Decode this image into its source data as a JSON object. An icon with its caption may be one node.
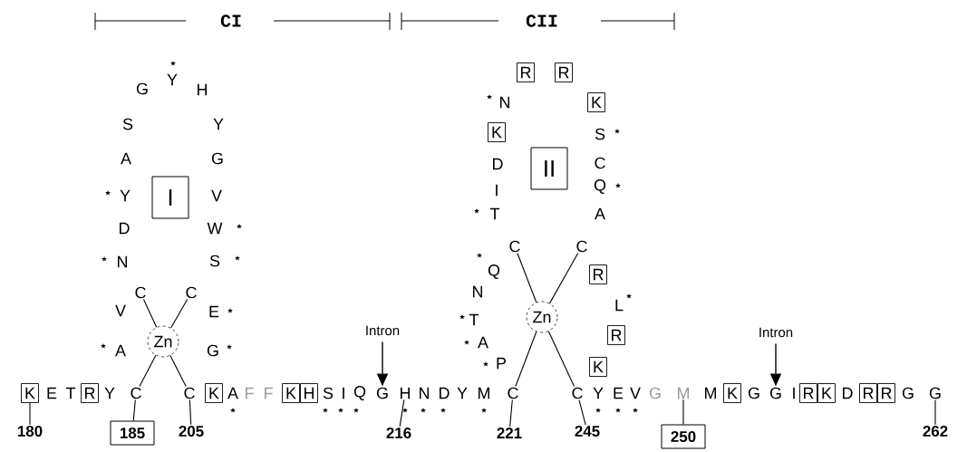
{
  "diagram": {
    "nodes": [
      {
        "text": [
          "R"
        ]
      },
      {
        "text": [
          "R"
        ]
      },
      {
        "text": [
          "K"
        ]
      },
      {
        "text": [
          "K"
        ]
      },
      {
        "text": [
          "I"
        ]
      },
      {
        "text": [
          "II"
        ]
      },
      {
        "text": [
          "C"
        ]
      },
      {
        "text": [
          "C"
        ]
      },
      {
        "text": [
          "C"
        ]
      },
      {
        "text": [
          "C"
        ]
      },
      {
        "text": [
          "R"
        ]
      },
      {
        "text": [
          "Zn"
        ]
      },
      {
        "text": [
          "Zn"
        ]
      },
      {
        "text": [
          "Intron"
        ]
      },
      {
        "text": [
          "Intron"
        ]
      },
      {
        "text": [
          "R"
        ]
      },
      {
        "text": [
          "K"
        ]
      },
      {
        "text": [
          "K"
        ]
      },
      {
        "text": [
          "R"
        ]
      },
      {
        "text": [
          "C"
        ]
      },
      {
        "text": [
          "C"
        ]
      },
      {
        "text": [
          "K"
        ]
      },
      {
        "text": [
          "K"
        ]
      },
      {
        "text": [
          "H"
        ]
      },
      {
        "text": [
          "G"
        ]
      },
      {
        "text": [
          "H"
        ]
      },
      {
        "text": [
          "C"
        ]
      },
      {
        "text": [
          "C"
        ]
      },
      {
        "text": [
          "M"
        ]
      },
      {
        "text": [
          "K"
        ]
      },
      {
        "text": [
          "G"
        ]
      },
      {
        "text": [
          "R"
        ]
      },
      {
        "text": [
          "K"
        ]
      },
      {
        "text": [
          "R"
        ]
      },
      {
        "text": [
          "R"
        ]
      },
      {
        "text": [
          "G"
        ]
      },
      {
        "text": [
          "180"
        ]
      },
      {
        "text": [
          "185"
        ]
      },
      {
        "text": [
          "205"
        ]
      },
      {
        "text": [
          "216"
        ]
      },
      {
        "text": [
          "221"
        ]
      },
      {
        "text": [
          "245"
        ]
      },
      {
        "text": [
          "250"
        ]
      },
      {
        "text": [
          "262"
        ]
      }
    ],
    "edges": [
      {
        "from": 6,
        "to": 11,
        "arrow": "none"
      },
      {
        "from": 7,
        "to": 11,
        "arrow": "none"
      },
      {
        "from": 19,
        "to": 11,
        "arrow": "none"
      },
      {
        "from": 20,
        "to": 11,
        "arrow": "none"
      },
      {
        "from": 8,
        "to": 12,
        "arrow": "none"
      },
      {
        "from": 9,
        "to": 12,
        "arrow": "none"
      },
      {
        "from": 26,
        "to": 12,
        "arrow": "none"
      },
      {
        "from": 27,
        "to": 12,
        "arrow": "none"
      },
      {
        "from": 13,
        "to": 24,
        "arrow": "to"
      },
      {
        "from": 14,
        "to": 30,
        "arrow": "to"
      },
      {
        "from": 36,
        "to": 17,
        "arrow": "none"
      },
      {
        "from": 37,
        "to": 19,
        "arrow": "none"
      },
      {
        "from": 38,
        "to": 20,
        "arrow": "none"
      },
      {
        "from": 39,
        "to": 25,
        "arrow": "none"
      },
      {
        "from": 40,
        "to": 26,
        "arrow": "none"
      },
      {
        "from": 41,
        "to": 27,
        "arrow": "none"
      },
      {
        "from": 42,
        "to": 28,
        "arrow": "none"
      },
      {
        "from": 43,
        "to": 35,
        "arrow": "none"
      }
    ],
    "labels": [
      "CI",
      "CII",
      "Y",
      "G",
      "H",
      "S",
      "Y",
      "A",
      "G",
      "Y",
      "V",
      "D",
      "W",
      "N",
      "S",
      "V",
      "E",
      "A",
      "G",
      "N",
      "S",
      "D",
      "C",
      "I",
      "Q",
      "T",
      "A",
      "Q",
      "N",
      "L",
      "T",
      "A",
      "P",
      "E",
      "T",
      "Y",
      "A",
      "F",
      "F",
      "S",
      "I",
      "Q",
      "N",
      "D",
      "Y",
      "M",
      "Y",
      "E",
      "V",
      "G",
      "M",
      "G",
      "I",
      "D",
      "G"
    ]
  }
}
